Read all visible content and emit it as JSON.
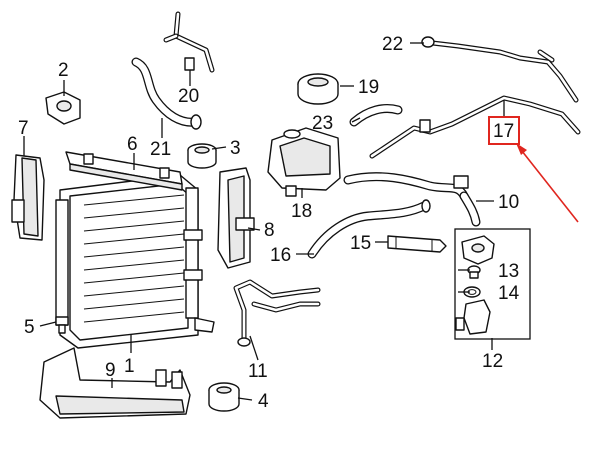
{
  "diagram": {
    "highlight_color": "#e0261f",
    "highlighted_part": "17",
    "callouts": [
      {
        "id": "1",
        "label": "1"
      },
      {
        "id": "2",
        "label": "2"
      },
      {
        "id": "3",
        "label": "3"
      },
      {
        "id": "4",
        "label": "4"
      },
      {
        "id": "5",
        "label": "5"
      },
      {
        "id": "6",
        "label": "6"
      },
      {
        "id": "7",
        "label": "7"
      },
      {
        "id": "8",
        "label": "8"
      },
      {
        "id": "9",
        "label": "9"
      },
      {
        "id": "10",
        "label": "10"
      },
      {
        "id": "11",
        "label": "11"
      },
      {
        "id": "12",
        "label": "12"
      },
      {
        "id": "13",
        "label": "13"
      },
      {
        "id": "14",
        "label": "14"
      },
      {
        "id": "15",
        "label": "15"
      },
      {
        "id": "16",
        "label": "16"
      },
      {
        "id": "17",
        "label": "17"
      },
      {
        "id": "18",
        "label": "18"
      },
      {
        "id": "19",
        "label": "19"
      },
      {
        "id": "20",
        "label": "20"
      },
      {
        "id": "21",
        "label": "21"
      },
      {
        "id": "22",
        "label": "22"
      },
      {
        "id": "23",
        "label": "23"
      }
    ]
  }
}
